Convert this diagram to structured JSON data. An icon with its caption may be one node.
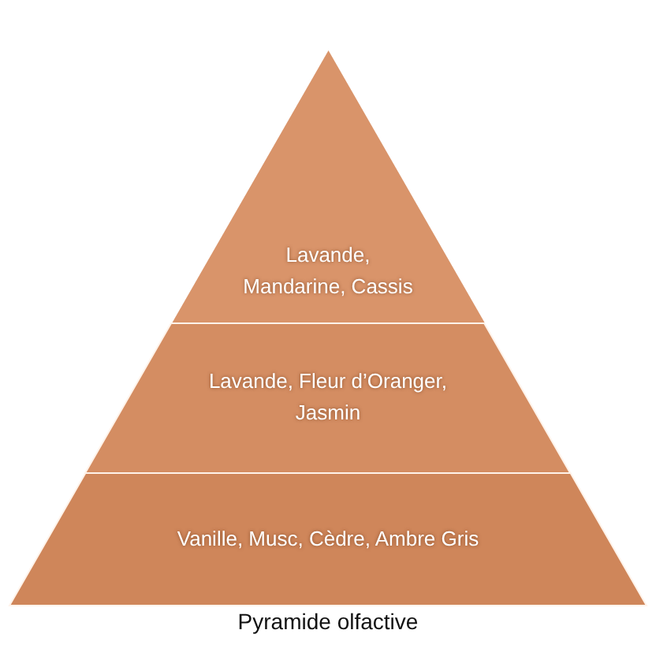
{
  "diagram": {
    "caption": "Pyramide olfactive",
    "nodes": [
      {
        "text": [
          "Lavande, Mandarine, Cassis"
        ]
      },
      {
        "text": [
          "Lavande, Fleur d’Oranger, Jasmin"
        ]
      },
      {
        "text": [
          "Vanille, Musc, Cèdre, Ambre Gris"
        ]
      }
    ]
  }
}
